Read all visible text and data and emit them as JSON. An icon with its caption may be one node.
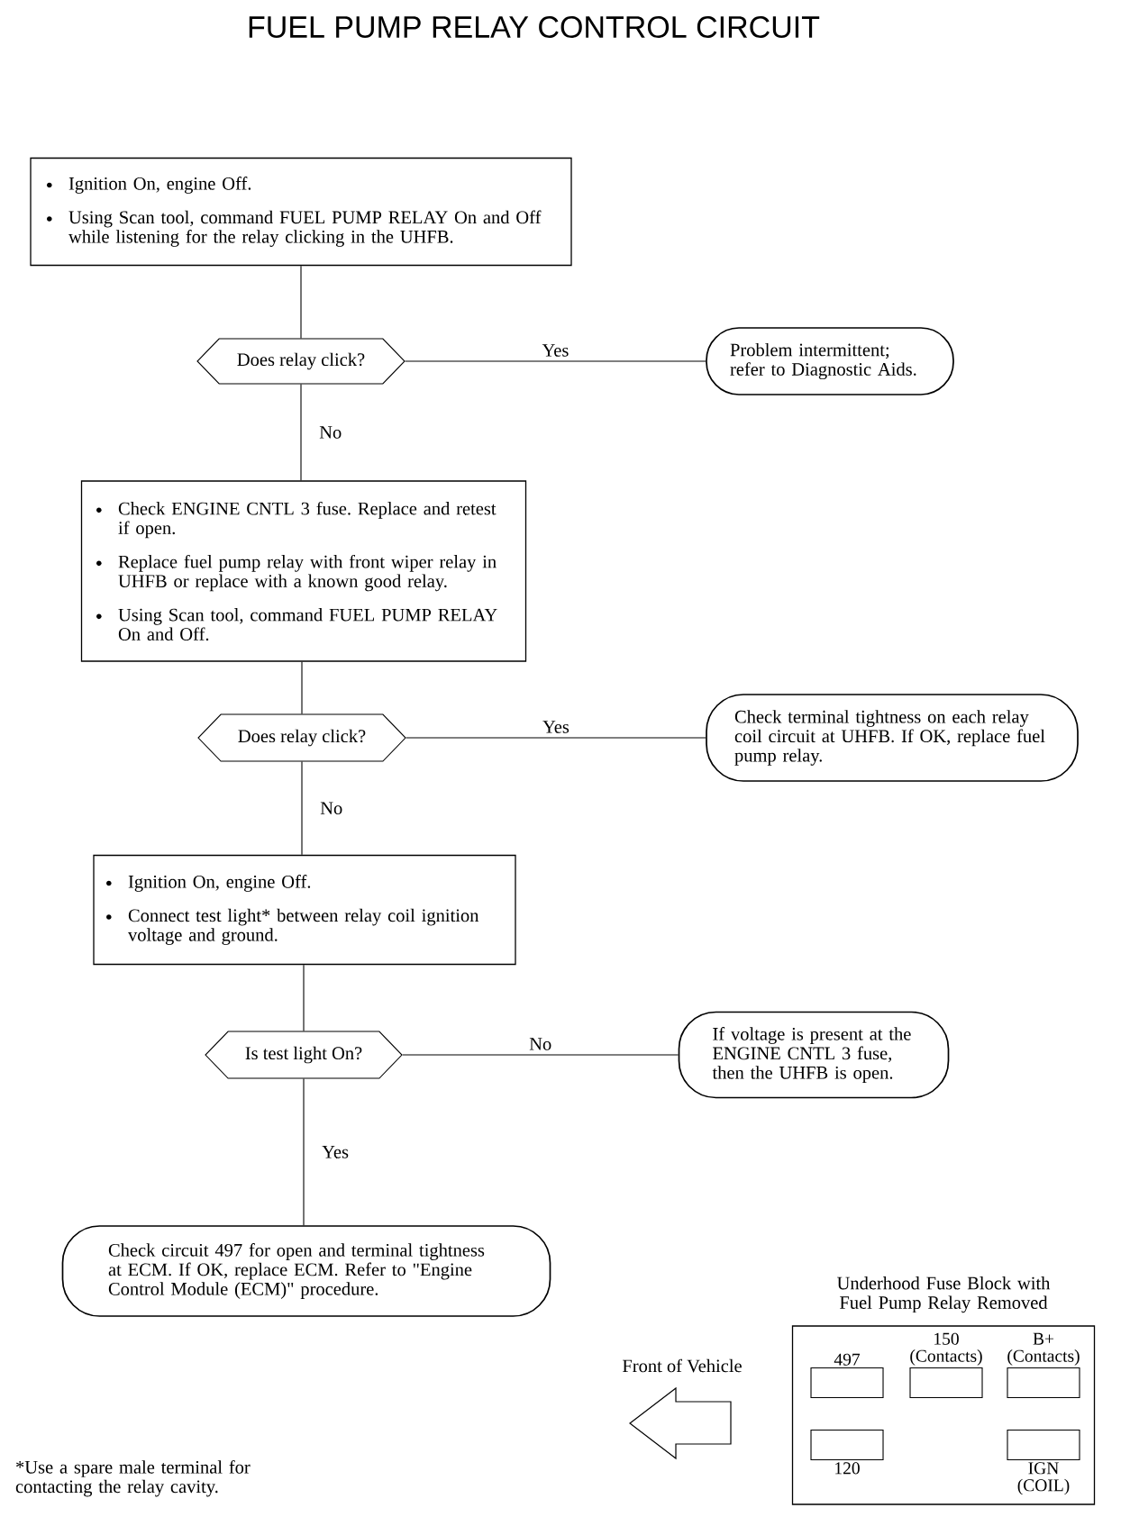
{
  "diagram": {
    "title": "FUEL PUMP RELAY CONTROL CIRCUIT",
    "nodes": [
      {
        "text": [
          "Ignition On, engine Off.",
          "Using Scan tool, command FUEL PUMP RELAY On and Off while listening for the relay clicking in the UHFB."
        ]
      },
      {
        "text": [
          "Does relay click?"
        ]
      },
      {
        "text": [
          "Problem intermittent; refer to Diagnostic Aids."
        ]
      },
      {
        "text": [
          "Check ENGINE CNTL 3 fuse. Replace and retest if open.",
          "Replace fuel pump relay with front wiper relay in UHFB or replace with a known good relay.",
          "Using Scan tool, command FUEL PUMP RELAY On and Off."
        ]
      },
      {
        "text": [
          "Does relay click?"
        ]
      },
      {
        "text": [
          "Check terminal tightness on each relay coil circuit at UHFB. If OK, replace fuel pump relay."
        ]
      },
      {
        "text": [
          "Ignition On, engine Off.",
          "Connect test light* between relay coil ignition voltage and ground."
        ]
      },
      {
        "text": [
          "Is test light On?"
        ]
      },
      {
        "text": [
          "If voltage is present at the ENGINE CNTL 3 fuse, then the UHFB is open."
        ]
      },
      {
        "text": [
          "Check circuit 497 for open and terminal tightness at ECM. If OK, replace ECM. Refer to \"Engine Control Module (ECM)\" procedure."
        ]
      },
      {
        "text": [
          "Underhood Fuse Block with Fuel Pump Relay Removed"
        ]
      },
      {
        "text": [],
        "shape": "box",
        "in": 10,
        "beside": [
          "497"
        ]
      },
      {
        "text": [],
        "shape": "box",
        "in": 10,
        "beside": [
          "150 (Contacts)"
        ]
      },
      {
        "text": [],
        "shape": "box",
        "in": 10,
        "beside": [
          "B+ (Contacts)"
        ]
      },
      {
        "text": [],
        "shape": "box",
        "in": 10,
        "beside": [
          "120"
        ]
      },
      {
        "text": [],
        "shape": "box",
        "in": 10,
        "beside": [
          "IGN (COIL)"
        ]
      }
    ],
    "edges": [
      {
        "from": 0,
        "to": 1,
        "arrow": "none"
      },
      {
        "from": 1,
        "to": 2,
        "arrow": "none",
        "label": "Yes"
      },
      {
        "from": 1,
        "to": 3,
        "arrow": "none",
        "label": "No"
      },
      {
        "from": 3,
        "to": 4,
        "arrow": "none"
      },
      {
        "from": 4,
        "to": 5,
        "arrow": "none",
        "label": "Yes"
      },
      {
        "from": 4,
        "to": 6,
        "arrow": "none",
        "label": "No"
      },
      {
        "from": 6,
        "to": 7,
        "arrow": "none"
      },
      {
        "from": 7,
        "to": 8,
        "arrow": "none",
        "label": "No"
      },
      {
        "from": 7,
        "to": 9,
        "arrow": "none",
        "label": "Yes"
      }
    ],
    "labels": [
      "Front of Vehicle",
      "*Use a spare male terminal for contacting the relay cavity."
    ]
  }
}
